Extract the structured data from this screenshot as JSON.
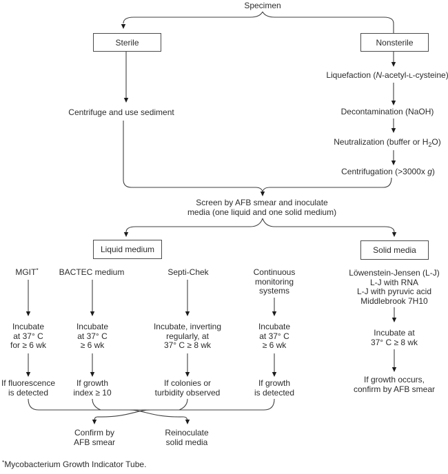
{
  "diagram": {
    "specimen": "Specimen",
    "sterile": "Sterile",
    "nonsterile": "Nonsterile",
    "centrifuge_sediment": "Centrifuge and use sediment",
    "liquefaction": {
      "pre": "Liquefaction (",
      "n": "N",
      "mid": "-acetyl-",
      "l": "L",
      "post": "-cysteine)"
    },
    "decontamination": "Decontamination (NaOH)",
    "neutralization": {
      "pre": "Neutralization (buffer or H",
      "sub": "2",
      "post": "O)"
    },
    "centrifugation": {
      "pre": "Centrifugation (>3000x ",
      "g": "g",
      "post": ")"
    },
    "screen": [
      "Screen by AFB smear and inoculate",
      "media (one liquid and one solid medium)"
    ],
    "liquid_medium": "Liquid medium",
    "solid_media": "Solid media",
    "mgit": {
      "label": "MGIT",
      "sup": "*"
    },
    "bactec": "BACTEC medium",
    "septi_chek": "Septi-Chek",
    "continuous": [
      "Continuous",
      "monitoring",
      "systems"
    ],
    "solid_types": [
      "Löwenstein-Jensen (L-J)",
      "L-J with RNA",
      "L-J with pyruvic acid",
      "Middlebrook 7H10"
    ],
    "incubate_mgit": [
      "Incubate",
      "at 37° C",
      "for ≥ 6 wk"
    ],
    "incubate_bactec": [
      "Incubate",
      "at 37° C",
      "≥ 6 wk"
    ],
    "incubate_septi": [
      "Incubate, inverting",
      "regularly, at",
      "37° C ≥ 8 wk"
    ],
    "incubate_continuous": [
      "Incubate",
      "at 37° C",
      "≥ 6 wk"
    ],
    "incubate_solid": [
      "Incubate at",
      "37° C ≥ 8 wk"
    ],
    "result_mgit": [
      "If fluorescence",
      "is detected"
    ],
    "result_bactec": [
      "If growth",
      "index ≥ 10"
    ],
    "result_septi": [
      "If colonies or",
      "turbidity observed"
    ],
    "result_continuous": [
      "If growth",
      "is detected"
    ],
    "result_solid": [
      "If growth occurs,",
      "confirm by AFB smear"
    ],
    "confirm": [
      "Confirm by",
      "AFB smear"
    ],
    "reinoculate": [
      "Reinoculate",
      "solid media"
    ],
    "footnote": {
      "sup": "*",
      "text": "Mycobacterium Growth Indicator Tube."
    },
    "colors": {
      "line": "#3f3f3f",
      "text": "#2b2b2b",
      "box_border": "#4a4a4a",
      "background": "#ffffff"
    }
  }
}
